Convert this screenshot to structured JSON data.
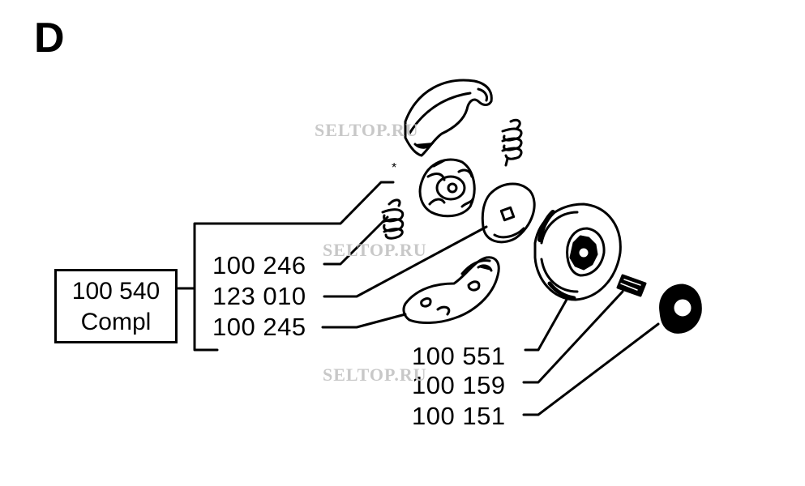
{
  "section": {
    "letter": "D"
  },
  "kit": {
    "number": "100 540",
    "label": "Compl"
  },
  "parts": {
    "clutch_spring": "100 246",
    "washer": "123 010",
    "clutch_shoe": "100 245",
    "clutch_drum": "100 551",
    "needle_bearing": "100 159",
    "end_washer": "100 151"
  },
  "marker": "*",
  "watermark": "SELTOP.RU",
  "colors": {
    "ink": "#000000",
    "watermark": "#c8c8c8",
    "background": "#ffffff"
  }
}
